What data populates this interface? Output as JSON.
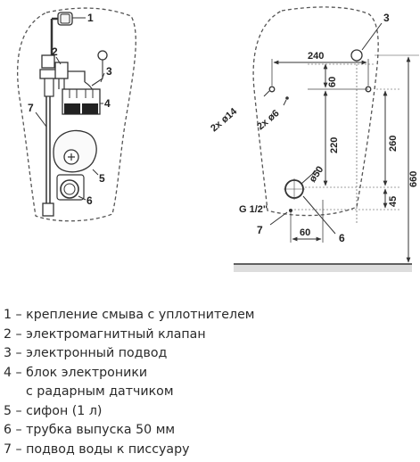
{
  "diagram": {
    "callouts_left": [
      "1",
      "2",
      "3",
      "4",
      "5",
      "6",
      "7"
    ],
    "callouts_right": [
      "3",
      "7",
      "6"
    ],
    "dimensions": {
      "d240": "240",
      "d60_top": "60",
      "d220": "220",
      "d260": "260",
      "d660": "660",
      "d45": "45",
      "d60_bottom": "60",
      "hole14": "2x ø14",
      "hole6": "2x ø6",
      "pipe50": "ø50",
      "thread": "G 1/2\""
    }
  },
  "legend": [
    "1 – крепление смыва с уплотнителем",
    "2 – электромагнитный клапан",
    "3 – электронный подвод",
    "4 – блок электроники",
    "с радарным датчиком",
    "5 – сифон (1 л)",
    "6 – трубка выпуска 50 мм",
    "7 – подвод воды к писсуару"
  ]
}
